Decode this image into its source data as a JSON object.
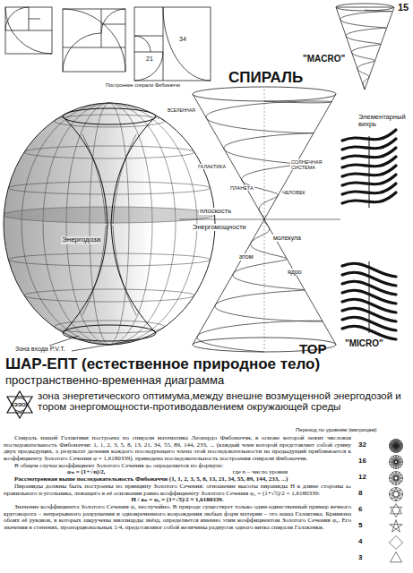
{
  "diagram": {
    "title": "ШАР-ЕПТ (естественное природное тело)",
    "nodes": [
      {
        "text": [
          "ЭЭО"
        ]
      }
    ],
    "labels": [
      "15",
      "34",
      "21",
      "Построение спирали Фибоначчи",
      "ВСЕЛЕННАЯ",
      "СПИРАЛЬ",
      "\"MACRO\"",
      "Элементарный вихрь",
      "ГАЛАКТИКА",
      "СОЛНЕЧНАЯ СИСТЕМА",
      "ПЛАНЕТА",
      "ЧЕЛОВЕК",
      "плоскость",
      "Энергомощности",
      "молекула",
      "атом",
      "ядро",
      "Энергодоза",
      "\"MICRO\"",
      "ТОР",
      "Зона входа P.V.T.",
      "пространственно-временная диаграмма",
      "зона энергетического оптимума,между внешне возмущенной энергодозой и тором энергомощности-противодавлением окружающей среды",
      "Переход по уровням (матрицам)",
      "Спираль нашей Галактики построена по спирали математика Леонардо Фибоначчи, в основе которой лежит числовая последовательность Фибоначчи: 1, 1, 2, 3, 5, 8, 13, 21, 34, 55, 89, 144, 233, ... (каждый член которой представляет собой сумму двух предыдущих, а результат деления каждого последующего члена этой последовательности на предыдущий приближается к коэффициенту Золотого Сечения φ = 1,6180339). приведена последовательность построения спирали Фибоначчи.",
      "В общем случае коэффициент Золотого Сечения φₙ определяется по формуле:",
      "φₙ = (1+√n)/2,",
      "где n – число уровня",
      "Рассмотренная выше последовательность Фибоначчи (1, 1, 2, 3, 5, 8, 13, 21, 34, 55, 89, 144, 233, ...)",
      "Пирамиды должны быть построены по принципу Золотого Сечения: отношение высоты пирамиды H к длине стороны aₙ правильного n-угольника, лежащего в её основании равно коэффициенту Золотого Сечения φ₅ = (1+√5)/2 = 1,6180339:",
      "H / aₙ = φ₅ = (1+√5)/2 ≈ 1,6180339.",
      "Значение коэффициента Золотого Сечения φ₅ неслучайно. В природе существует только один-единственный пример вечного круговорота – непрерывного разрушения и одновременного возрождения любых форм материи – это наша Галактика. Кривизна обоих её рукавов, в которых закручены миллиарды звёзд, определяется именно этим коэффициентом Золотого Сечения φ₅. Его значения в степенях, пропорциональных 1/4, представляют собой величины радиусов одного витка спирали Галактики.",
      "32",
      "16",
      "12",
      "8",
      "6",
      "5",
      "4",
      "3"
    ]
  }
}
